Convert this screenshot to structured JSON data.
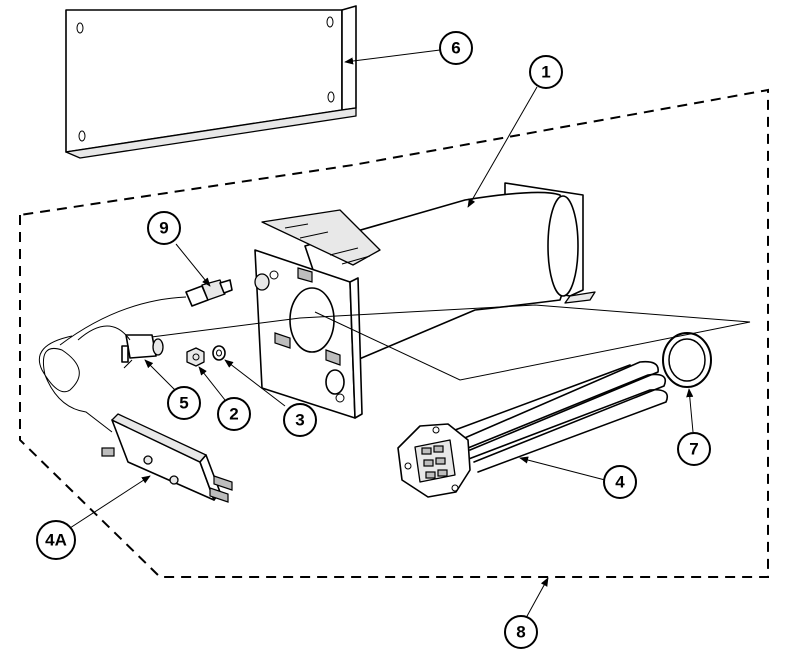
{
  "callouts": [
    {
      "id": "c1",
      "label": "1"
    },
    {
      "id": "c2",
      "label": "2"
    },
    {
      "id": "c3",
      "label": "3"
    },
    {
      "id": "c4",
      "label": "4"
    },
    {
      "id": "c4a",
      "label": "4A"
    },
    {
      "id": "c5",
      "label": "5"
    },
    {
      "id": "c6",
      "label": "6"
    },
    {
      "id": "c7",
      "label": "7"
    },
    {
      "id": "c8",
      "label": "8"
    },
    {
      "id": "c9",
      "label": "9"
    }
  ],
  "colors": {
    "line": "#000000",
    "background": "#ffffff",
    "shade": "#e8e8e8"
  }
}
